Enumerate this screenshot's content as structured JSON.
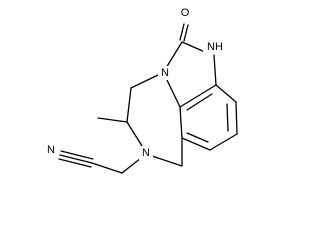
{
  "molecule": {
    "atoms": {
      "o_carbonyl": "O",
      "n_h": "NH",
      "n_ring": "N",
      "n_amine": "N",
      "n_nitrile": "N"
    },
    "colors": {
      "bond": "#000000",
      "label": "#000000",
      "background": "#ffffff"
    }
  }
}
